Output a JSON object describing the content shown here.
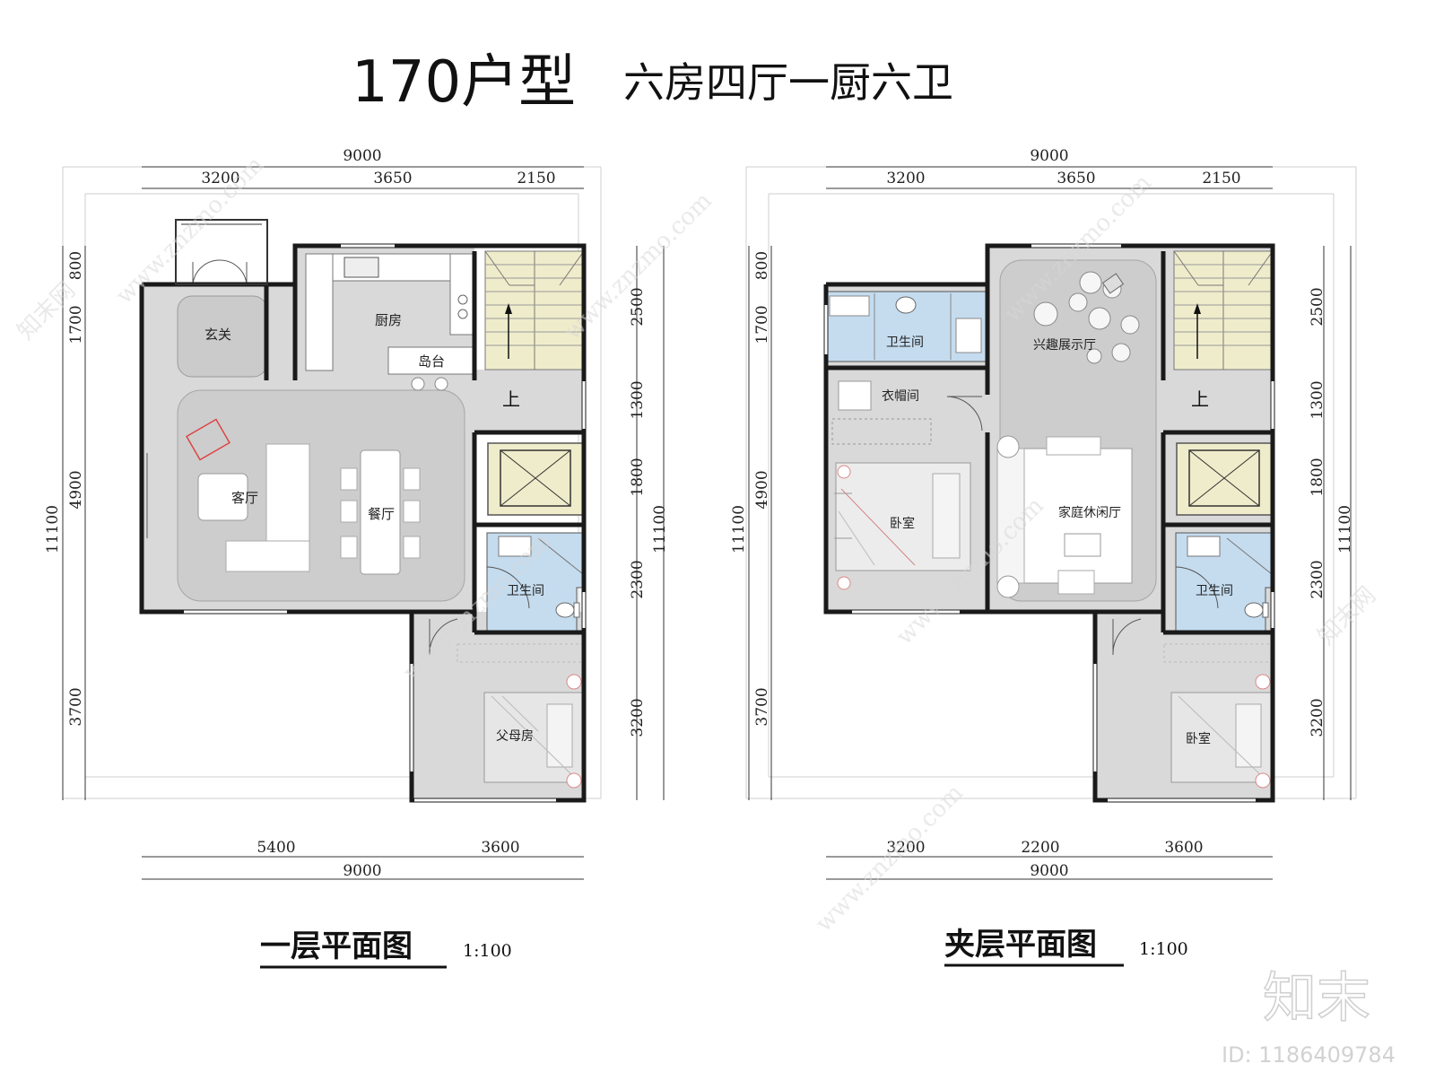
{
  "title": {
    "type_code": "170户型",
    "composition": "六房四厅一厨六卫"
  },
  "colors": {
    "floor_gray": "#d9d9d9",
    "bath_blue": "#c5dcef",
    "stair_yellow": "#efeccb",
    "wall": "#1a1a1a",
    "dim_line": "#333333"
  },
  "ground_floor": {
    "caption": "一层平面图",
    "scale": "1:100",
    "dims": {
      "top_total": "9000",
      "top_segments": [
        "3200",
        "3650",
        "2150"
      ],
      "bottom_segments": [
        "5400",
        "3600"
      ],
      "bottom_total": "9000",
      "left_total": "11100",
      "left_segments": [
        "800",
        "1700",
        "4900",
        "3700"
      ],
      "right_total": "11100",
      "right_segments": [
        "2500",
        "1300",
        "1800",
        "2300",
        "3200"
      ]
    },
    "rooms": {
      "entry": "玄关",
      "kitchen": "厨房",
      "island": "岛台",
      "living": "客厅",
      "dining": "餐厅",
      "bath": "卫生间",
      "parents": "父母房",
      "stair_up": "上"
    }
  },
  "mezzanine": {
    "caption": "夹层平面图",
    "scale": "1:100",
    "dims": {
      "top_total": "9000",
      "top_segments": [
        "3200",
        "3650",
        "2150"
      ],
      "bottom_segments": [
        "3200",
        "2200",
        "3600"
      ],
      "bottom_total": "9000",
      "left_total": "11100",
      "left_segments": [
        "800",
        "1700",
        "4900",
        "3700"
      ],
      "right_total": "11100",
      "right_segments": [
        "2500",
        "1300",
        "1800",
        "2300",
        "3200"
      ]
    },
    "rooms": {
      "bath_top": "卫生间",
      "display": "兴趣展示厅",
      "closet": "衣帽间",
      "bedroom_a": "卧室",
      "family": "家庭休闲厅",
      "bath_bottom": "卫生间",
      "bedroom_b": "卧室",
      "stair_up": "上"
    }
  },
  "watermark": {
    "brand": "知末",
    "site": "www.znzmo.com",
    "site_cn": "知末网",
    "id": "ID: 1186409784"
  }
}
